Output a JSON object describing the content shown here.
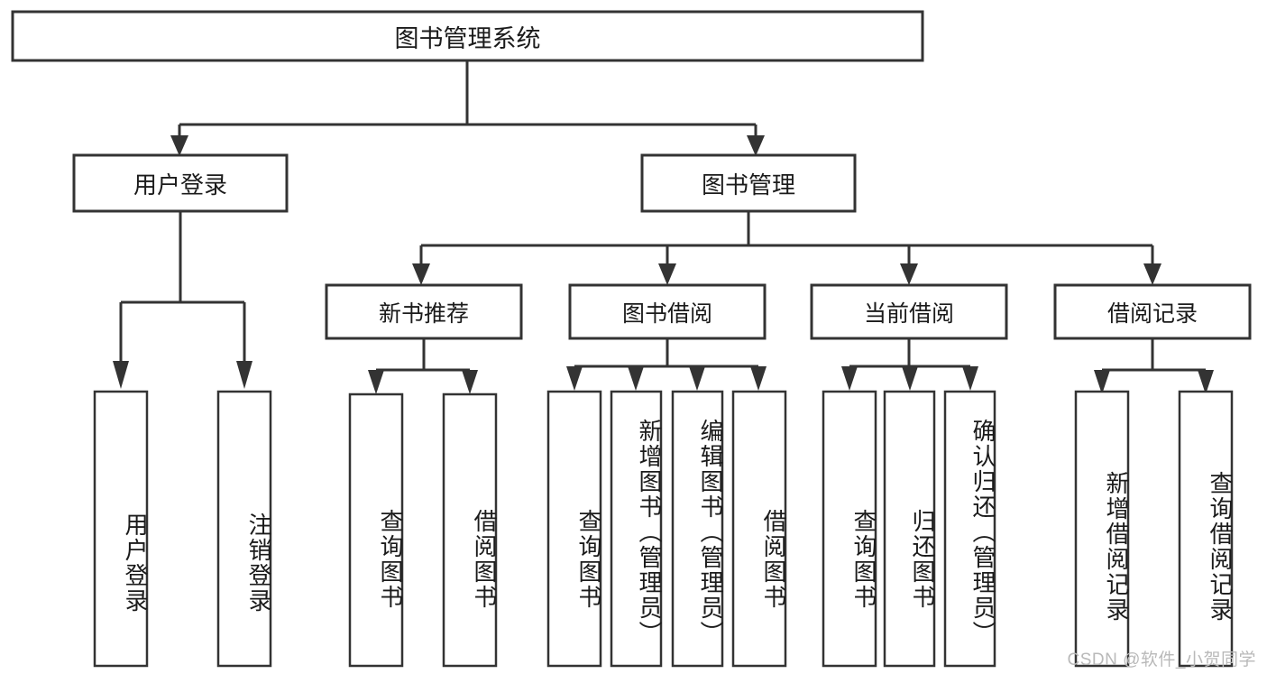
{
  "diagram": {
    "type": "tree-hierarchy",
    "title": "图书管理系统",
    "watermark": "CSDN @软件_小贺同学",
    "root": {
      "label": "图书管理系统",
      "level": 0
    },
    "level1": [
      {
        "label": "用户登录"
      },
      {
        "label": "图书管理"
      }
    ],
    "level2": [
      {
        "label": "新书推荐",
        "parent": "图书管理"
      },
      {
        "label": "图书借阅",
        "parent": "图书管理"
      },
      {
        "label": "当前借阅",
        "parent": "图书管理"
      },
      {
        "label": "借阅记录",
        "parent": "图书管理"
      }
    ],
    "leaves": {
      "user_login": [
        {
          "label": "用户登录"
        },
        {
          "label": "注销登录"
        }
      ],
      "new_book_recommend": [
        {
          "label": "查询图书"
        },
        {
          "label": "借阅图书"
        }
      ],
      "book_borrow": [
        {
          "label": "查询图书"
        },
        {
          "label": "新增图书（管理员）"
        },
        {
          "label": "编辑图书（管理员）"
        },
        {
          "label": "借阅图书"
        }
      ],
      "current_borrow": [
        {
          "label": "查询图书"
        },
        {
          "label": "归还图书"
        },
        {
          "label": "确认归还（管理员）"
        }
      ],
      "borrow_record": [
        {
          "label": "新增借阅记录"
        },
        {
          "label": "查询借阅记录"
        }
      ]
    },
    "colors": {
      "stroke": "#333333",
      "fill": "#ffffff",
      "text": "#1b1b1b",
      "watermark": "#b9b9b9"
    }
  }
}
